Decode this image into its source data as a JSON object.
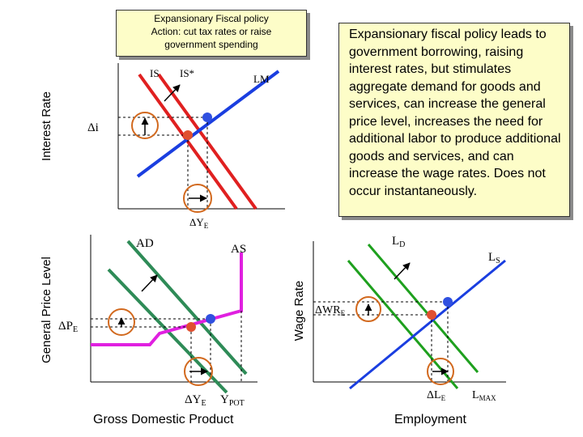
{
  "title_box": {
    "line1": "Expansionary Fiscal policy",
    "line2": "Action: cut tax rates or raise",
    "line3": "government spending"
  },
  "explanation": "Expansionary fiscal policy leads to government borrowing, raising interest rates, but stimulates aggregate demand for goods and services, can increase the general price level, increases the need for additional labor to produce additional goods and services, and can increase the wage rates. Does not occur instantaneously.",
  "top_graph": {
    "y_axis": "Interest Rate",
    "labels": {
      "is": "IS",
      "is_star": "IS*",
      "lm": "LM",
      "delta_i": "Δi",
      "delta_y": "ΔY",
      "delta_y_sub": "E"
    }
  },
  "bottom_graph": {
    "y_axis": "General Price Level",
    "x_axis": "Gross Domestic Product",
    "labels": {
      "ad": "AD",
      "as": "AS",
      "delta_p": "ΔP",
      "delta_p_sub": "E",
      "delta_y": "ΔY",
      "delta_y_sub": "E",
      "ypot": "Y",
      "ypot_sub": "POT"
    }
  },
  "labor_graph": {
    "y_axis": "Wage Rate",
    "x_axis": "Employment",
    "labels": {
      "ld": "L",
      "ld_sub": "D",
      "ls": "L",
      "ls_sub": "S",
      "delta_wr": "ΔWR",
      "delta_wr_sub": "E",
      "delta_l": "ΔL",
      "delta_l_sub": "E",
      "lmax": "L",
      "lmax_sub": "MAX"
    }
  },
  "colors": {
    "is_curve": "#e02020",
    "lm_curve": "#1a3ee0",
    "ad_curve": "#2e8b57",
    "as_curve": "#e020e0",
    "ld_curve": "#1ea01e",
    "ls_curve": "#1a3ee0",
    "marker_circle": "#d2691e",
    "point_new": "#e05030",
    "point_old": "#3050e0",
    "callout_bg": "#fdfdc8"
  },
  "icons": {
    "shift_arrow": "arrow-icon",
    "marker": "circle-marker-icon"
  }
}
